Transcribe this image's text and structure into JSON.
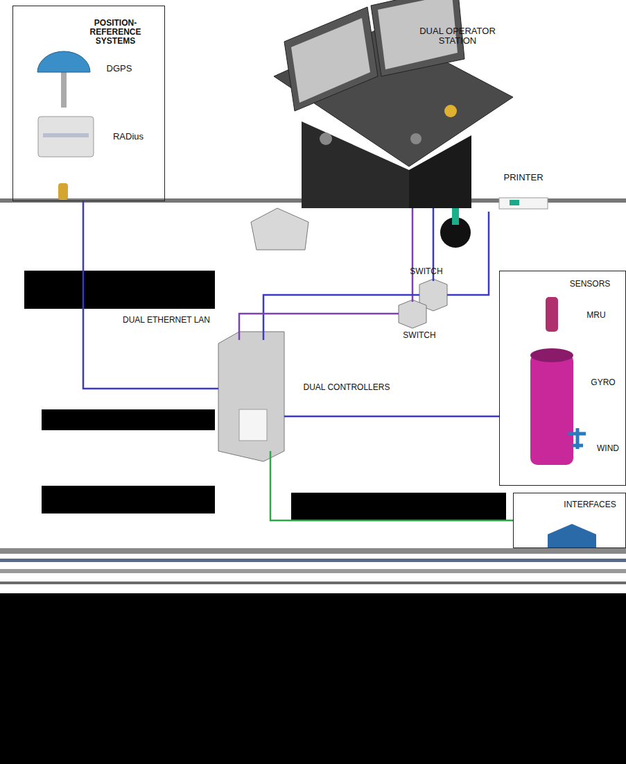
{
  "diagram": {
    "nodes": [
      {
        "text": [
          "POSITION-REFERENCE SYSTEMS"
        ]
      },
      {
        "text": [
          "DUAL OPERATOR STATION"
        ]
      },
      {
        "text": [
          "PRINTER"
        ]
      },
      {
        "text": [
          "SWITCH"
        ]
      },
      {
        "text": [
          "SWITCH"
        ]
      },
      {
        "text": [
          "DUAL CONTROLLERS"
        ]
      },
      {
        "text": [
          "SENSORS"
        ]
      },
      {
        "text": [
          "INTERFACES"
        ]
      }
    ],
    "edges": [
      {
        "from": 0,
        "to": 5,
        "arrow": "none"
      },
      {
        "from": 1,
        "to": 3,
        "arrow": "none"
      },
      {
        "from": 1,
        "to": 4,
        "arrow": "none"
      },
      {
        "from": 2,
        "to": 3,
        "arrow": "none"
      },
      {
        "from": 3,
        "to": 5,
        "arrow": "none"
      },
      {
        "from": 4,
        "to": 5,
        "arrow": "none"
      },
      {
        "from": 6,
        "to": 5,
        "arrow": "none"
      },
      {
        "from": 5,
        "to": 7,
        "arrow": "none"
      }
    ],
    "labels": [
      "DGPS",
      "RADius",
      "DUAL ETHERNET LAN",
      "MRU",
      "GYRO",
      "WIND"
    ]
  }
}
